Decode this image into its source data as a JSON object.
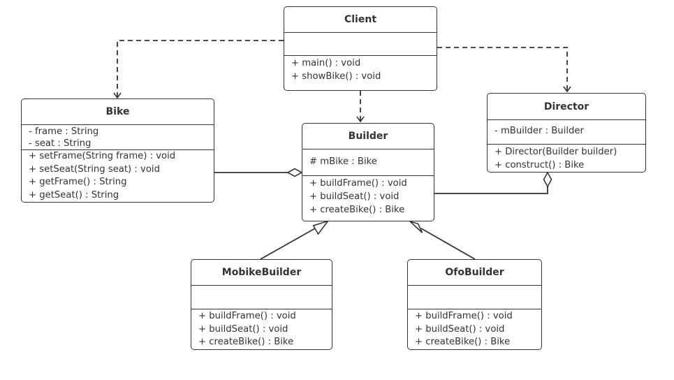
{
  "classes": {
    "client": {
      "name": "Client",
      "attributes": [],
      "methods": [
        "+ main() : void",
        "+ showBike() : void"
      ]
    },
    "bike": {
      "name": "Bike",
      "attributes": [
        "- frame : String",
        "- seat : String"
      ],
      "methods": [
        "+ setFrame(String frame) : void",
        "+ setSeat(String seat) : void",
        "+ getFrame() : String",
        "+ getSeat() : String"
      ]
    },
    "builder": {
      "name": "Builder",
      "attributes": [
        "# mBike : Bike"
      ],
      "methods": [
        "+ buildFrame() : void",
        "+ buildSeat() : void",
        "+ createBike() : Bike"
      ]
    },
    "director": {
      "name": "Director",
      "attributes": [
        "- mBuilder : Builder"
      ],
      "methods": [
        "+ Director(Builder builder)",
        "+ construct() : Bike"
      ]
    },
    "mobike_builder": {
      "name": "MobikeBuilder",
      "attributes": [],
      "methods": [
        "+ buildFrame() : void",
        "+ buildSeat() : void",
        "+ createBike() : Bike"
      ]
    },
    "ofo_builder": {
      "name": "OfoBuilder",
      "attributes": [],
      "methods": [
        "+ buildFrame() : void",
        "+ buildSeat() : void",
        "+ createBike() : Bike"
      ]
    }
  },
  "relations": [
    {
      "type": "dependency",
      "from": "Client",
      "to": "Bike"
    },
    {
      "type": "dependency",
      "from": "Client",
      "to": "Builder"
    },
    {
      "type": "dependency",
      "from": "Client",
      "to": "Director"
    },
    {
      "type": "aggregation",
      "whole": "Builder",
      "part": "Bike"
    },
    {
      "type": "aggregation",
      "whole": "Director",
      "part": "Builder"
    },
    {
      "type": "generalization",
      "child": "MobikeBuilder",
      "parent": "Builder"
    },
    {
      "type": "generalization",
      "child": "OfoBuilder",
      "parent": "Builder"
    }
  ],
  "colors": {
    "stroke": "#333333",
    "background": "#ffffff",
    "text": "#333333"
  }
}
